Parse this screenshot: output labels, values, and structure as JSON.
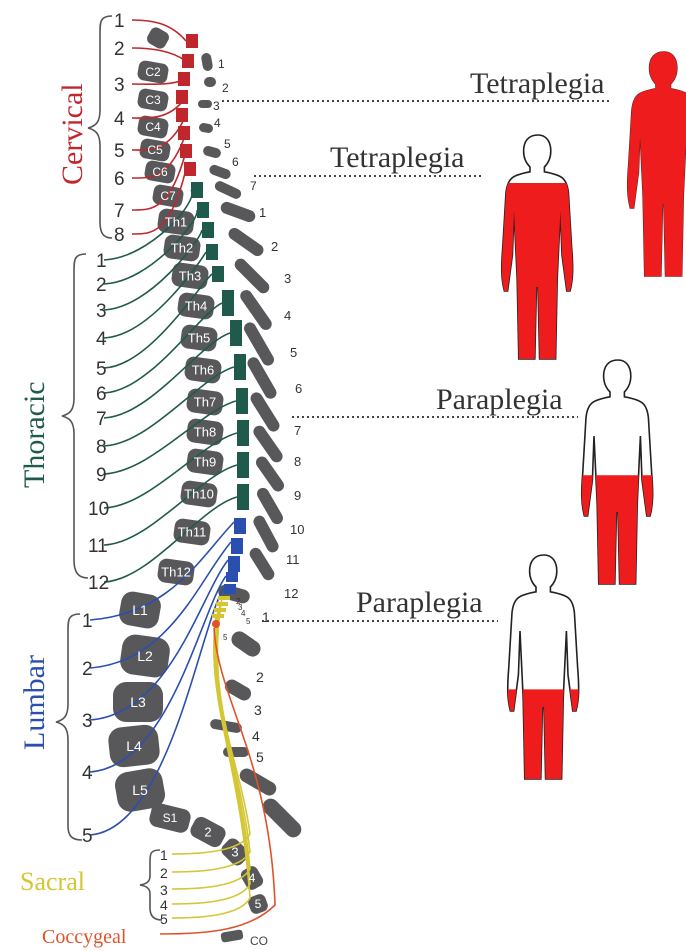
{
  "regions": [
    {
      "label": "Cervical",
      "color": "#c0272d"
    },
    {
      "label": "Thoracic",
      "color": "#1f5a4d"
    },
    {
      "label": "Lumbar",
      "color": "#2b4fae"
    },
    {
      "label": "Sacral",
      "color": "#d4c634"
    },
    {
      "label": "Coccygeal",
      "color": "#e0522a"
    }
  ],
  "nerve_numbers": {
    "cervical": [
      "1",
      "2",
      "3",
      "4",
      "5",
      "6",
      "7",
      "8"
    ],
    "thoracic": [
      "1",
      "2",
      "3",
      "4",
      "5",
      "6",
      "7",
      "8",
      "9",
      "10",
      "11",
      "12"
    ],
    "lumbar": [
      "1",
      "2",
      "3",
      "4",
      "5"
    ],
    "sacral": [
      "1",
      "2",
      "3",
      "4",
      "5"
    ]
  },
  "vertebra_labels": {
    "cervical": [
      "C2",
      "C3",
      "C4",
      "C5",
      "C6",
      "C7"
    ],
    "thoracic": [
      "Th1",
      "Th2",
      "Th3",
      "Th4",
      "Th5",
      "Th6",
      "Th7",
      "Th8",
      "Th9",
      "Th10",
      "Th11",
      "Th12"
    ],
    "lumbar": [
      "L1",
      "L2",
      "L3",
      "L4",
      "L5"
    ],
    "sacral": [
      "S1",
      "2",
      "3",
      "4",
      "5"
    ],
    "coccyx": "CO"
  },
  "cord_numbers": {
    "cervical": [
      "1",
      "2",
      "3",
      "4",
      "5",
      "6",
      "7"
    ],
    "thoracic": [
      "1",
      "2",
      "3",
      "4",
      "5",
      "6",
      "7",
      "8",
      "9",
      "10",
      "11",
      "12"
    ],
    "lumbar": [
      "1",
      "2",
      "3",
      "4",
      "5"
    ],
    "sacral_small": [
      "2",
      "3",
      "4",
      "5"
    ]
  },
  "injury_labels": [
    {
      "label": "Tetraplegia"
    },
    {
      "label": "Tetraplegia"
    },
    {
      "label": "Paraplegia"
    },
    {
      "label": "Paraplegia"
    }
  ],
  "colors": {
    "bone": "#58585a",
    "body_fill": "#ee1c1c",
    "outline": "#222222"
  }
}
